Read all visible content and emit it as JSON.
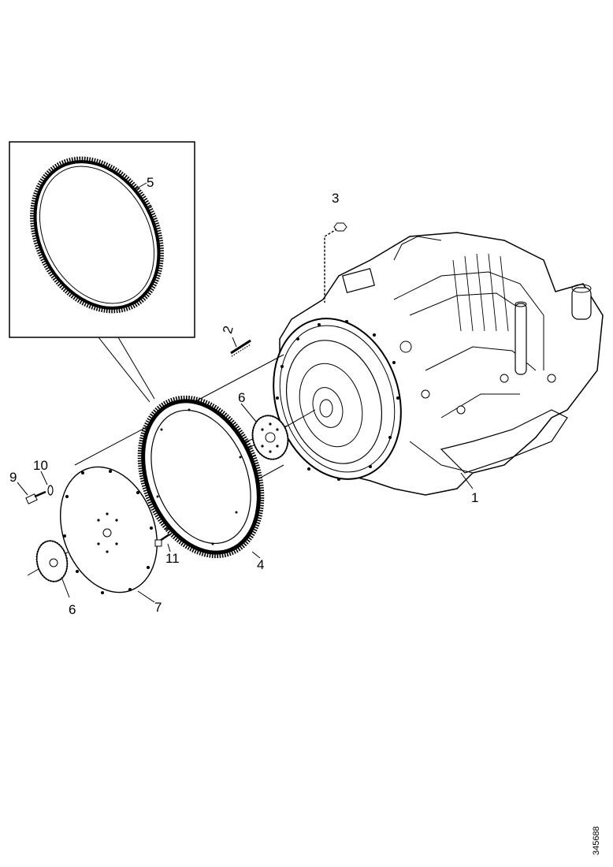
{
  "callouts": {
    "p1": "1",
    "p2": "2",
    "p3": "3",
    "p4": "4",
    "p5": "5",
    "p6a": "6",
    "p6b": "6",
    "p7": "7",
    "p9": "9",
    "p10": "10",
    "p11": "11"
  },
  "figure_id": "345688",
  "colors": {
    "line": "#000000",
    "background": "#ffffff"
  }
}
